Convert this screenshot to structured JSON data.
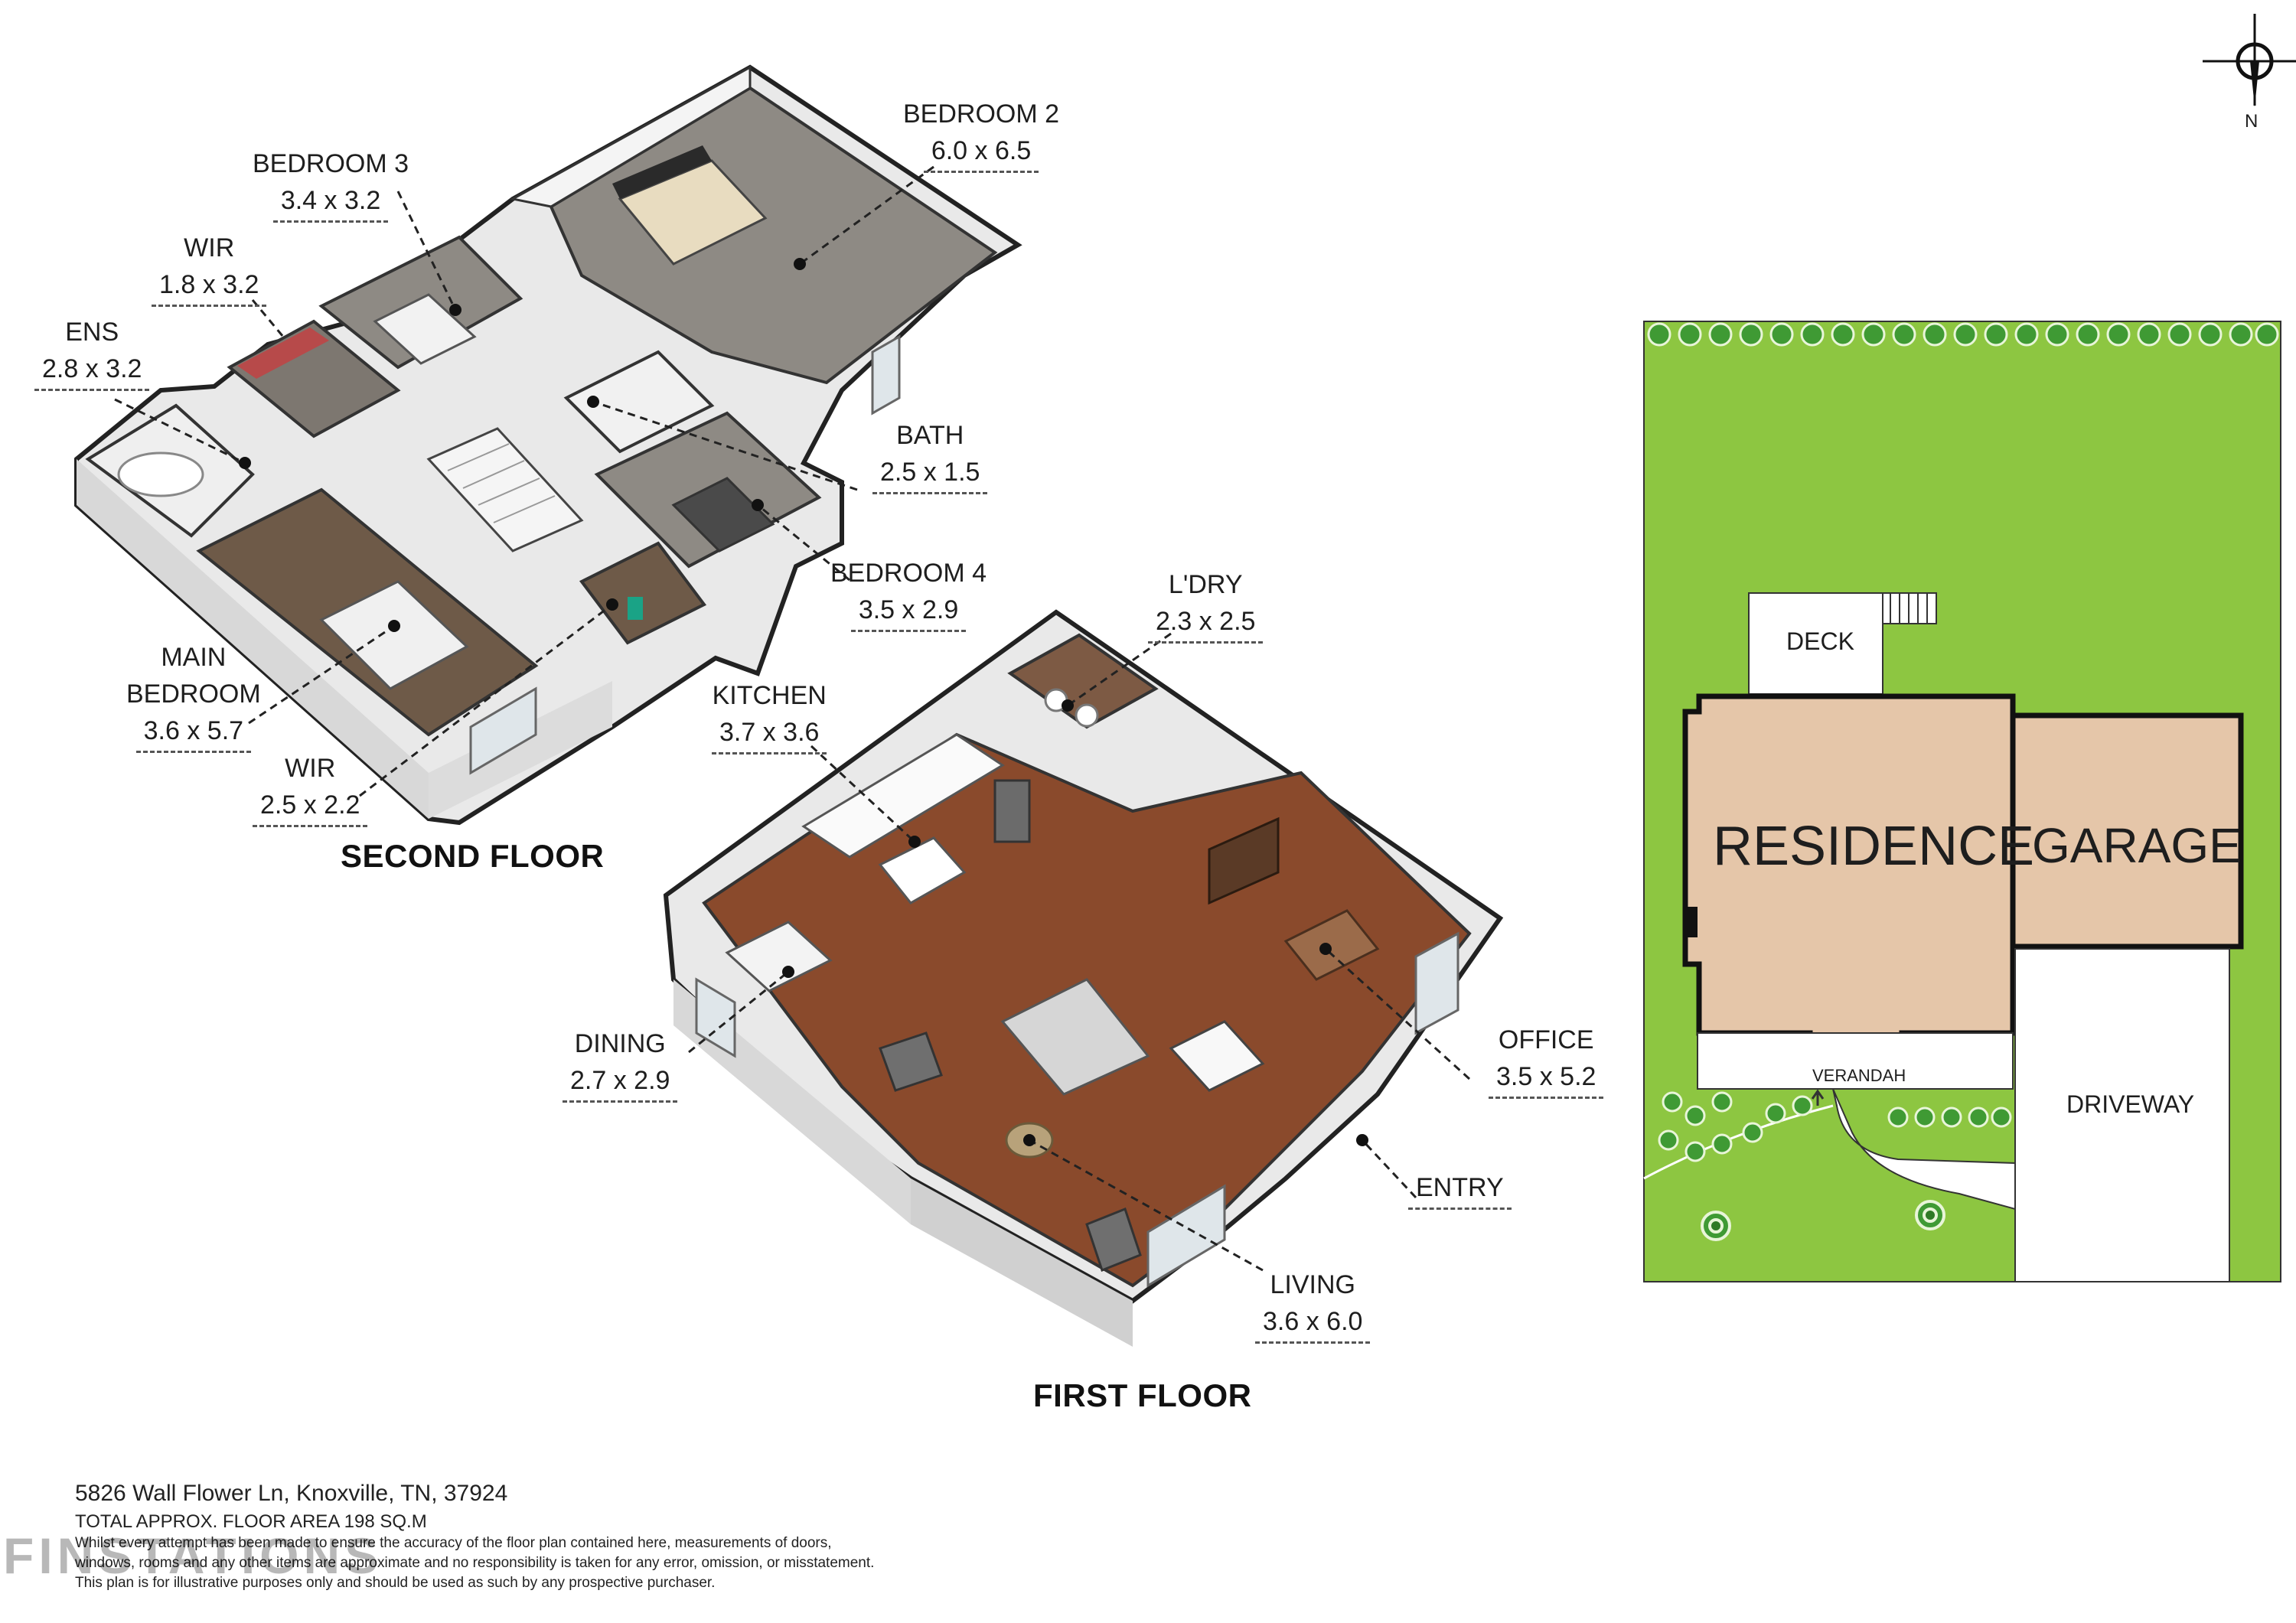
{
  "floors": {
    "second": "SECOND FLOOR",
    "first": "FIRST FLOOR"
  },
  "rooms": {
    "bedroom2": {
      "name": "BEDROOM 2",
      "dims": "6.0 x 6.5"
    },
    "bedroom3": {
      "name": "BEDROOM 3",
      "dims": "3.4 x 3.2"
    },
    "wir_upper": {
      "name": "WIR",
      "dims": "1.8 x 3.2"
    },
    "ens": {
      "name": "ENS",
      "dims": "2.8 x 3.2"
    },
    "bath": {
      "name": "BATH",
      "dims": "2.5 x 1.5"
    },
    "bedroom4": {
      "name": "BEDROOM 4",
      "dims": "3.5 x 2.9"
    },
    "main_bedroom": {
      "name_line1": "MAIN",
      "name_line2": "BEDROOM",
      "dims": "3.6 x 5.7"
    },
    "wir_lower": {
      "name": "WIR",
      "dims": "2.5 x 2.2"
    },
    "laundry": {
      "name": "L'DRY",
      "dims": "2.3 x 2.5"
    },
    "kitchen": {
      "name": "KITCHEN",
      "dims": "3.7 x 3.6"
    },
    "dining": {
      "name": "DINING",
      "dims": "2.7 x 2.9"
    },
    "office": {
      "name": "OFFICE",
      "dims": "3.5 x 5.2"
    },
    "entry": {
      "name": "ENTRY"
    },
    "living": {
      "name": "LIVING",
      "dims": "3.6 x 6.0"
    }
  },
  "site": {
    "deck": "DECK",
    "residence": "RESIDENCE",
    "garage": "GARAGE",
    "verandah": "VERANDAH",
    "driveway": "DRIVEWAY",
    "north": "N",
    "colors": {
      "lawn": "#8dc641",
      "building": "#e5c6a9",
      "outline": "#111111"
    }
  },
  "footer": {
    "address": "5826 Wall Flower Ln, Knoxville, TN, 37924",
    "area": "TOTAL APPROX. FLOOR AREA 198 SQ.M",
    "disclaimer1": "Whilst every attempt has been made to ensure the accuracy of the floor plan contained here, measurements of doors,",
    "disclaimer2": "windows, rooms and any other items are approximate and no responsibility is taken for any error, omission, or misstatement.",
    "disclaimer3": "This plan is for illustrative purposes only and should be used as such by any prospective purchaser.",
    "watermark": "FINSTATIONS"
  }
}
